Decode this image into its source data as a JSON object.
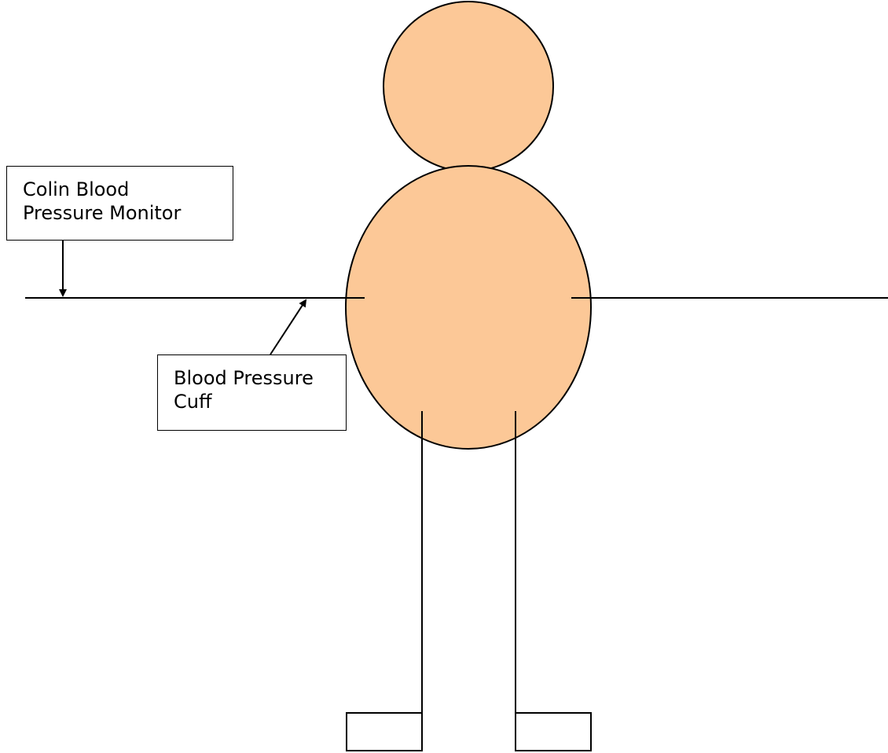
{
  "diagram": {
    "colors": {
      "body_fill": "#FCC897",
      "stroke": "#000000",
      "background": "#FFFFFF"
    },
    "labels": {
      "monitor": {
        "line1": "Colin Blood",
        "line2": "Pressure Monitor"
      },
      "cuff": {
        "line1": "Blood Pressure",
        "line2": "Cuff"
      }
    }
  }
}
